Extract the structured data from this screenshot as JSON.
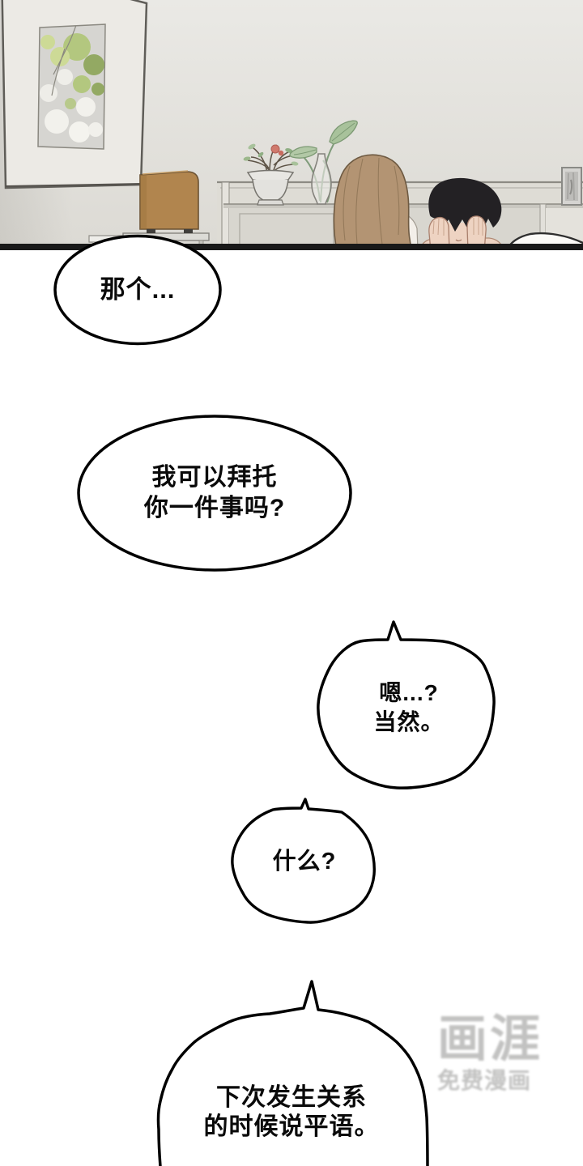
{
  "palette": {
    "page_bg": "#ffffff",
    "wall_top": "#eae9e5",
    "wall_bottom": "#dcdad4",
    "panel_line": "#191919",
    "bubble_fill": "#ffffff",
    "bubble_stroke": "#000000",
    "bubble_text": "#0a0a0a",
    "watermark": "#c2c2c1",
    "wood": "#b1854e",
    "hair_brown": "#b39473",
    "hair_black": "#232124",
    "skin": "#eed3c2",
    "leaf": "#a8c29b",
    "flower": "#d07a6d",
    "furniture": "#dedcd5",
    "foliage": "#b3c77f"
  },
  "bubbles": [
    {
      "lines": [
        "那个..."
      ]
    },
    {
      "lines": [
        "我可以拜托",
        "你一件事吗?"
      ]
    },
    {
      "lines": [
        "嗯...?",
        "当然。"
      ]
    },
    {
      "lines": [
        "什么?"
      ]
    },
    {
      "lines": [
        "下次发生关系",
        "的时候说平语。"
      ]
    }
  ],
  "watermark": {
    "logo": "画涯",
    "tagline": "免费漫画"
  }
}
